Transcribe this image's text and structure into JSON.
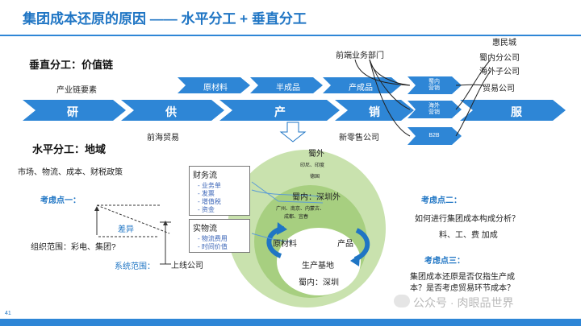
{
  "title": "集团成本还原的原因 —— 水平分工 + 垂直分工",
  "vertical": {
    "heading": "垂直分工：价值链",
    "industry_label": "产业链要素",
    "chain": [
      "研",
      "供",
      "产",
      "销",
      "服"
    ],
    "products": [
      "原材料",
      "半成品",
      "产成品"
    ],
    "channels": [
      {
        "lines": [
          "蜀内",
          "营销"
        ]
      },
      {
        "lines": [
          "海外",
          "营销"
        ]
      },
      {
        "lines": [
          "B2B"
        ]
      }
    ],
    "front_office": "前端业务部门",
    "service_entities": [
      "惠民城",
      "蜀内分公司",
      "海外子公司",
      "贸易公司"
    ]
  },
  "horizontal": {
    "heading": "水平分工：地域",
    "policies": "市场、物流、成本、财税政策",
    "qianhai": "前海贸易",
    "new_retail": "新零售公司"
  },
  "consider1": {
    "label": "考虑点一：",
    "diff": "差异",
    "org_scope": "组织范围：彩电、集团?",
    "sys_scope": "系统范围：",
    "listed": "上线公司"
  },
  "flows": {
    "finance": {
      "title": "财务流",
      "items": [
        "- 业务单",
        "- 发票",
        "- 增值税",
        "- 资金"
      ]
    },
    "physical": {
      "title": "实物流",
      "items": [
        "- 物流费用",
        "- 时间价值"
      ]
    }
  },
  "circles": {
    "outer": {
      "title": "蜀外",
      "line1": "印尼、印度",
      "line2": "德国"
    },
    "middle": {
      "title": "蜀内：深圳外",
      "line1": "广州、南京、内蒙古、",
      "line2": "成都、宜春"
    },
    "base": "生产基地",
    "inner": "蜀内：深圳",
    "cycle_left": "原材料",
    "cycle_right": "产品"
  },
  "consider2": {
    "label": "考虑点二：",
    "question": "如何进行集团成本构成分析？",
    "answer": "料、工、费 加成"
  },
  "consider3": {
    "label": "考虑点三：",
    "line1": "集团成本还原是否仅指生产成",
    "line2": "本？是否考虑贸易环节成本？"
  },
  "watermark": "公众号 · 肉眼品世界",
  "page_number": "41",
  "colors": {
    "accent": "#1F75C4",
    "arrow": "#2E86D6",
    "circle_outer": "#C9E2AE",
    "circle_middle": "#A7CF80",
    "circle_inner": "#FFFFFF"
  }
}
